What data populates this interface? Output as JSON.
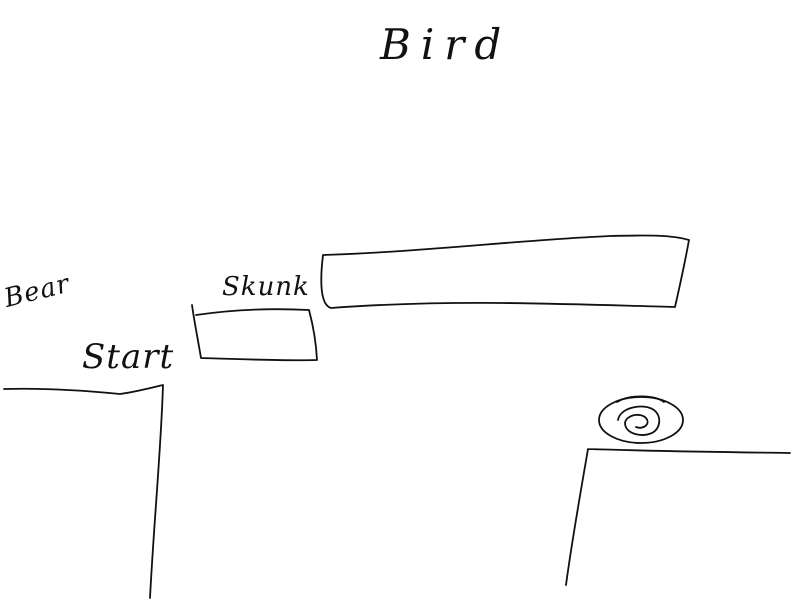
{
  "labels": {
    "bird": "Bird",
    "skunk": "Skunk",
    "bear": "Bear",
    "start": "Start"
  },
  "colors": {
    "ink": "#111111",
    "background": "#ffffff"
  },
  "icons": {
    "goal": "spiral-goal-icon"
  }
}
